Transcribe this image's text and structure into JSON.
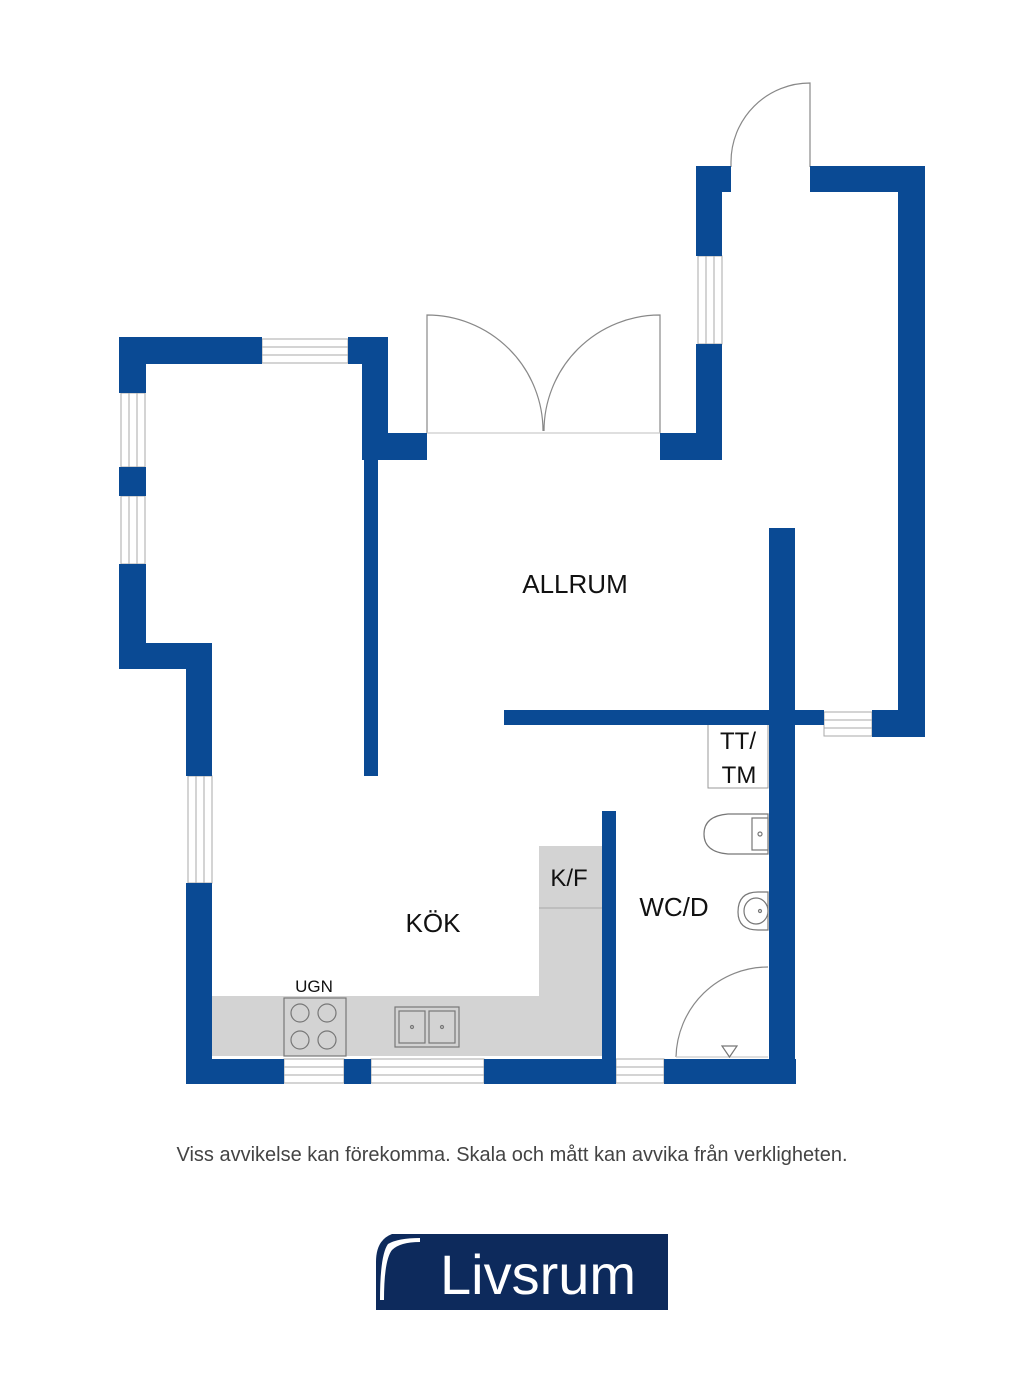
{
  "rooms": {
    "allrum": "ALLRUM",
    "kok": "KÖK",
    "wcd": "WC/D",
    "kf": "K/F",
    "tt": "TT/",
    "tm": "TM",
    "ugn": "UGN"
  },
  "disclaimer": "Viss avvikelse kan förekomma. Skala och mått kan avvika från verkligheten.",
  "logo": {
    "text": "Livsrum"
  },
  "colors": {
    "wall": "#0a4a94",
    "counter": "#d3d3d3",
    "logo_bg": "#0d2a5c"
  }
}
